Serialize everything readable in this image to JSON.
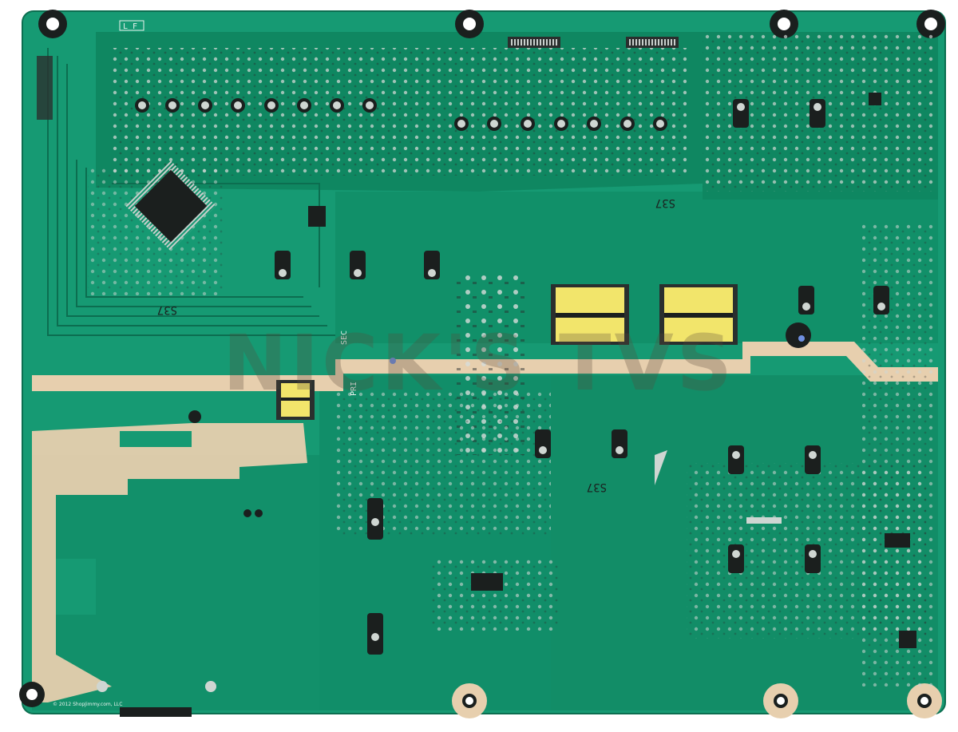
{
  "image": {
    "kind": "pcb-photo",
    "colors": {
      "background": "#ffffff",
      "soldermask": "#169a73",
      "soldermask_dark": "#0e7a59",
      "soldermask_light": "#3bb08a",
      "copper_exposed": "#e7cfae",
      "solder": "#cfd6d2",
      "ic_body": "#1b1f1e",
      "transformer_core": "#f2e56b",
      "silkscreen": "#e9f2ee",
      "watermark": "#5a4a3a"
    }
  },
  "silkscreen": {
    "corner_mark": "L F",
    "zone_sec": "SEC",
    "zone_pri": "PRI",
    "batch_top": "S37",
    "batch_left": "S37",
    "batch_mid": "S37"
  },
  "watermark": {
    "text": "NICK'S TVS"
  },
  "copyright": {
    "text": "© 2012 ShopJimmy.com, LLC"
  }
}
